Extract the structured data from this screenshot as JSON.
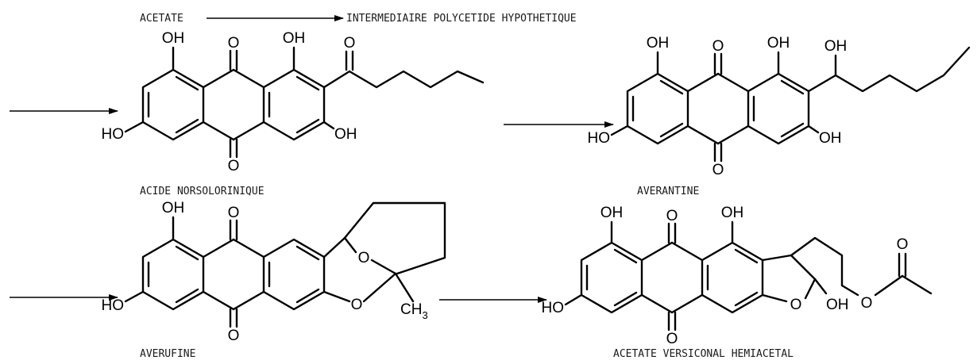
{
  "header": {
    "start": "ACETATE",
    "end": "INTERMEDIAIRE POLYCETIDE HYPOTHETIQUE"
  },
  "compounds": [
    {
      "name": "ACIDE NORSOLORINIQUE"
    },
    {
      "name": "AVERANTINE"
    },
    {
      "name": "AVERUFINE"
    },
    {
      "name": "ACETATE VERSICONAL HEMIACETAL"
    }
  ],
  "atoms": {
    "oh": "OH",
    "ho": "HO",
    "o": "O",
    "c": "CH",
    "sub3": "3"
  },
  "colors": {
    "ink": "#000000",
    "paper": "#ffffff"
  }
}
